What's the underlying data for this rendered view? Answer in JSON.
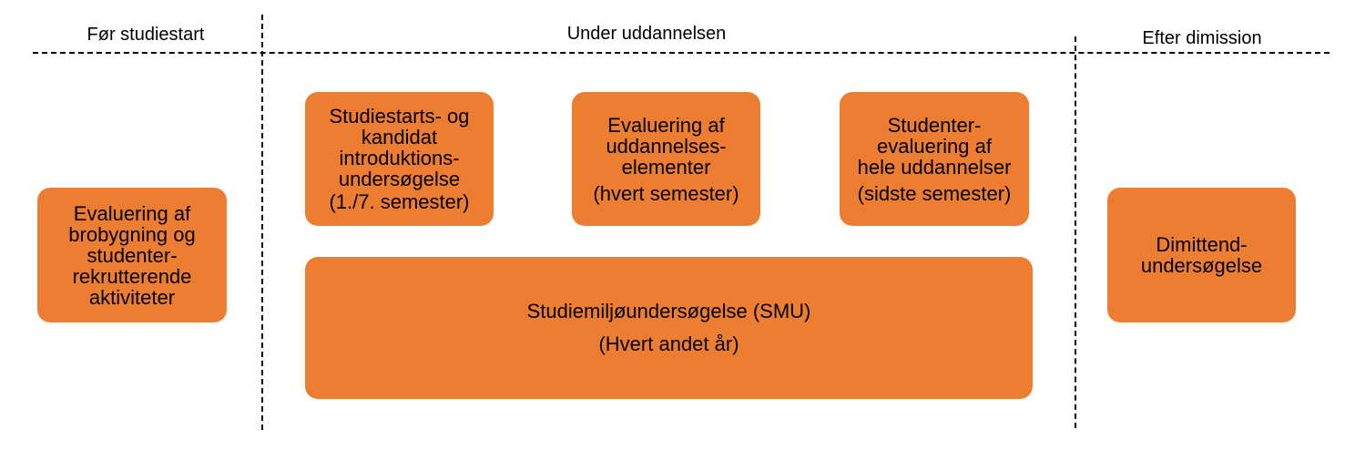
{
  "phases": {
    "before": "Før studiestart",
    "during": "Under uddannelsen",
    "after": "Efter dimission"
  },
  "boxes": {
    "bridging": {
      "lines": [
        "Evaluering af",
        "brobygning og",
        "studenter-",
        "rekrutterende",
        "aktiviteter"
      ]
    },
    "intro_survey": {
      "lines": [
        "Studiestarts- og",
        "kandidat",
        "introduktions-",
        "undersøgelse"
      ],
      "sub": "(1./7. semester)"
    },
    "element_eval": {
      "lines": [
        "Evaluering af",
        "uddannelses-",
        "elementer"
      ],
      "sub": "(hvert semester)"
    },
    "program_eval": {
      "lines": [
        "Studenter-",
        "evaluering af",
        "hele uddannelser"
      ],
      "sub": "(sidste semester)"
    },
    "smu": {
      "lines": [
        "Studiemiljøundersøgelse (SMU)"
      ],
      "sub": "(Hvert andet år)"
    },
    "graduate": {
      "lines": [
        "Dimittend-",
        "undersøgelse"
      ]
    }
  },
  "colors": {
    "box_fill": "#ED7D31",
    "line": "#000000"
  }
}
